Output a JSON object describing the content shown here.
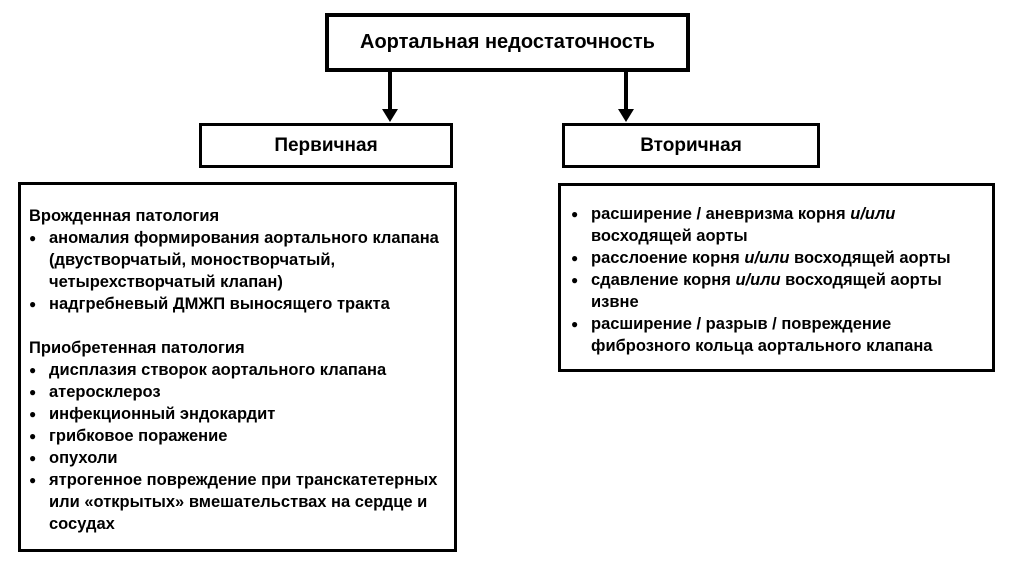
{
  "diagram": {
    "root_label": "Аортальная недостаточность",
    "primary_label": "Первичная",
    "secondary_label": "Вторичная",
    "primary_sections": [
      {
        "heading": "Врожденная патология",
        "items": [
          "аномалия формирования аортального клапана (двустворчатый, моностворчатый, четырехстворчатый клапан)",
          "надгребневый ДМЖП выносящего тракта"
        ]
      },
      {
        "heading": "Приобретенная патология",
        "items": [
          "дисплазия створок аортального клапана",
          "атеросклероз",
          "инфекционный эндокардит",
          "грибковое поражение",
          "опухоли",
          "ятрогенное повреждение при транскатетерных или «открытых» вмешательствах на сердце и сосудах"
        ]
      }
    ],
    "secondary_items": [
      "расширение / аневризма корня и/или восходящей аорты",
      "расслоение корня и/или восходящей аорты",
      "сдавление корня и/или восходящей аорты извне",
      "расширение / разрыв / повреждение фиброзного кольца аортального клапана"
    ],
    "glyphs": {
      "bullet": "●"
    },
    "styles": {
      "italic_phrase": "и/или",
      "ink_color": "#000000",
      "background_color": "#ffffff"
    }
  }
}
